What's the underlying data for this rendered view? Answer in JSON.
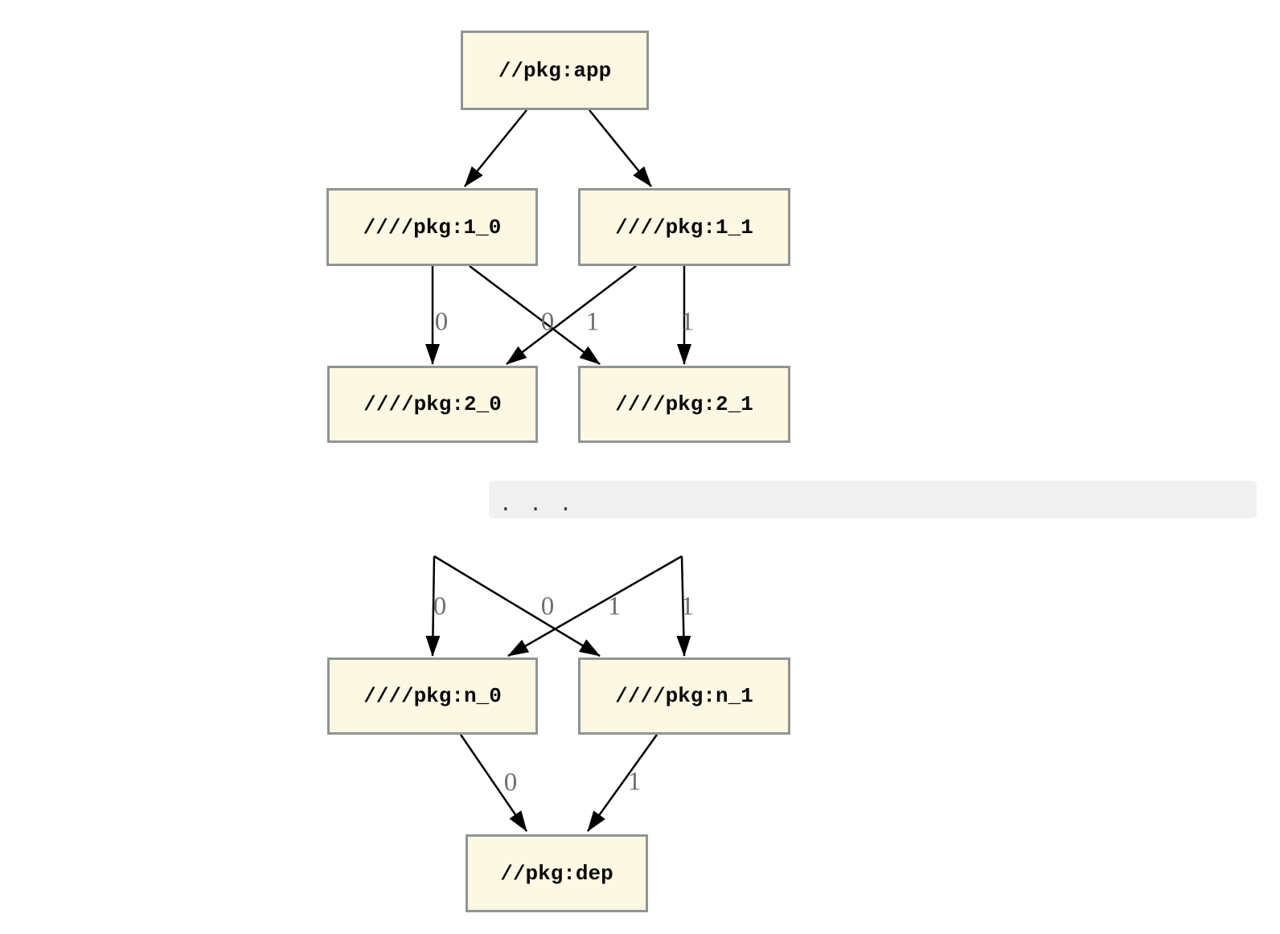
{
  "diagram": {
    "type": "dependency-graph",
    "nodes": {
      "app": "//pkg:app",
      "v1_0": "////pkg:1_0",
      "v1_1": "////pkg:1_1",
      "v2_0": "////pkg:2_0",
      "v2_1": "////pkg:2_1",
      "vn_0": "////pkg:n_0",
      "vn_1": "////pkg:n_1",
      "dep": "//pkg:dep"
    },
    "ellipsis": ". . .",
    "edges": [
      {
        "from": "//pkg:app",
        "to": "////pkg:1_0",
        "label": ""
      },
      {
        "from": "//pkg:app",
        "to": "////pkg:1_1",
        "label": ""
      },
      {
        "from": "////pkg:1_0",
        "to": "////pkg:2_0",
        "label": "0"
      },
      {
        "from": "////pkg:1_0",
        "to": "////pkg:2_1",
        "label": "1"
      },
      {
        "from": "////pkg:1_1",
        "to": "////pkg:2_0",
        "label": "0"
      },
      {
        "from": "////pkg:1_1",
        "to": "////pkg:2_1",
        "label": "1"
      },
      {
        "from": ". . .",
        "to": "////pkg:n_0",
        "label": "0"
      },
      {
        "from": ". . .",
        "to": "////pkg:n_1",
        "label": "1"
      },
      {
        "from": ". . .",
        "to": "////pkg:n_0",
        "label": "0"
      },
      {
        "from": ". . .",
        "to": "////pkg:n_1",
        "label": "1"
      },
      {
        "from": "////pkg:n_0",
        "to": "//pkg:dep",
        "label": "0"
      },
      {
        "from": "////pkg:n_1",
        "to": "//pkg:dep",
        "label": "1"
      }
    ],
    "colors": {
      "node_fill": "#fdf8e3",
      "node_border": "#8f9595",
      "edge": "#000000",
      "edge_label": "#6f6f6f",
      "ellipsis_band_bg": "#f0f0f0",
      "background": "#ffffff"
    }
  }
}
